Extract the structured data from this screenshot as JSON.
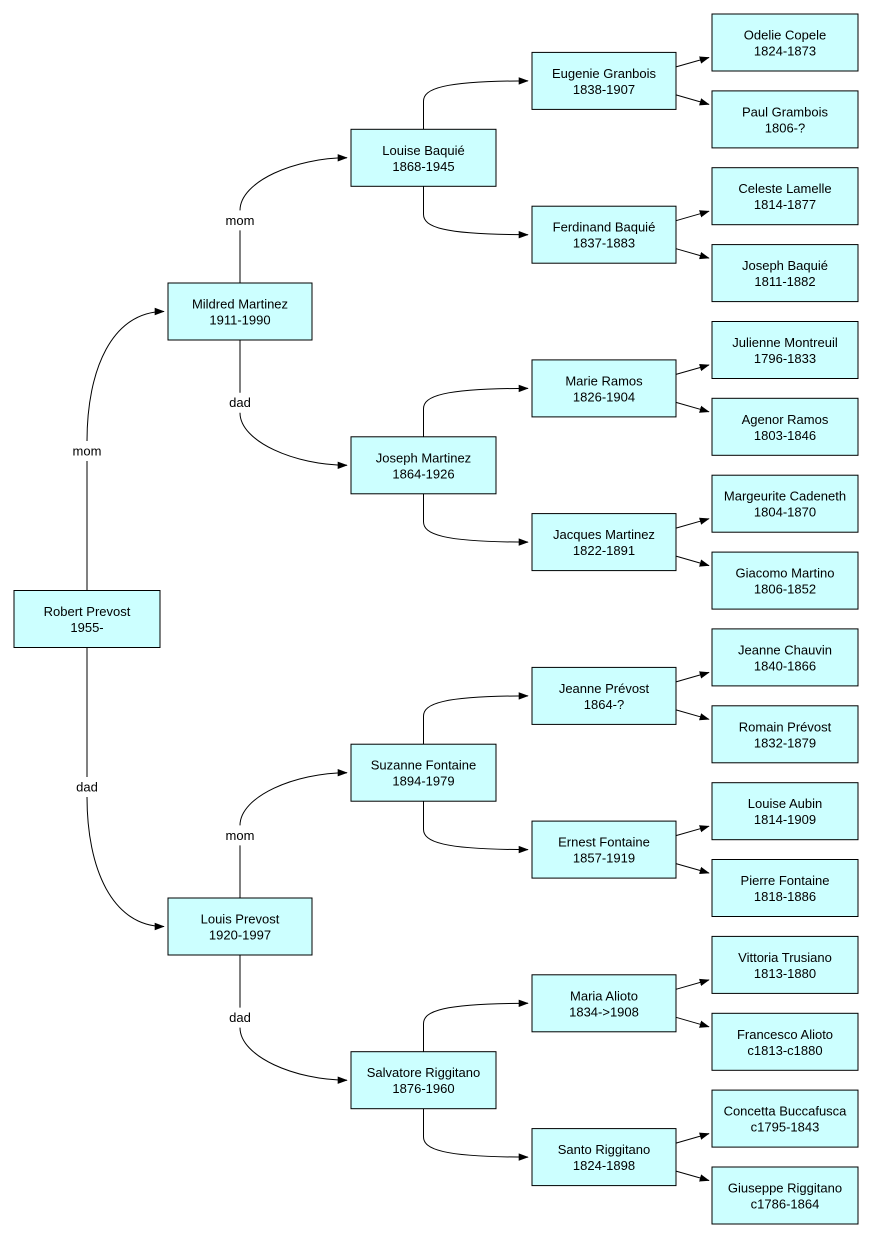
{
  "diagram": {
    "type": "family-tree-pedigree",
    "background": "#ffffff",
    "box_fill": "#ccffff",
    "box_stroke": "#000000",
    "line_color": "#000000",
    "edge_labels": {
      "mom": "mom",
      "dad": "dad"
    }
  },
  "people": [
    {
      "id": "robert",
      "name": "Robert Prevost",
      "dates": "1955-",
      "gen": 0,
      "mom": "mildred",
      "dad": "louis"
    },
    {
      "id": "mildred",
      "name": "Mildred Martinez",
      "dates": "1911-1990",
      "gen": 1,
      "mom": "louise_b",
      "dad": "joseph_m"
    },
    {
      "id": "louis",
      "name": "Louis Prevost",
      "dates": "1920-1997",
      "gen": 1,
      "mom": "suzanne",
      "dad": "salvatore"
    },
    {
      "id": "louise_b",
      "name": "Louise Baquié",
      "dates": "1868-1945",
      "gen": 2,
      "mom": "eugenie",
      "dad": "ferdinand"
    },
    {
      "id": "joseph_m",
      "name": "Joseph Martinez",
      "dates": "1864-1926",
      "gen": 2,
      "mom": "marie",
      "dad": "jacques"
    },
    {
      "id": "suzanne",
      "name": "Suzanne Fontaine",
      "dates": "1894-1979",
      "gen": 2,
      "mom": "jeanne_p",
      "dad": "ernest"
    },
    {
      "id": "salvatore",
      "name": "Salvatore Riggitano",
      "dates": "1876-1960",
      "gen": 2,
      "mom": "maria",
      "dad": "santo"
    },
    {
      "id": "eugenie",
      "name": "Eugenie Granbois",
      "dates": "1838-1907",
      "gen": 3,
      "mom": "odelie",
      "dad": "paul"
    },
    {
      "id": "ferdinand",
      "name": "Ferdinand Baquié",
      "dates": "1837-1883",
      "gen": 3,
      "mom": "celeste",
      "dad": "joseph_b"
    },
    {
      "id": "marie",
      "name": "Marie Ramos",
      "dates": "1826-1904",
      "gen": 3,
      "mom": "julienne",
      "dad": "agenor"
    },
    {
      "id": "jacques",
      "name": "Jacques Martinez",
      "dates": "1822-1891",
      "gen": 3,
      "mom": "margeurite",
      "dad": "giacomo"
    },
    {
      "id": "jeanne_p",
      "name": "Jeanne Prévost",
      "dates": "1864-?",
      "gen": 3,
      "mom": "jeanne_c",
      "dad": "romain"
    },
    {
      "id": "ernest",
      "name": "Ernest Fontaine",
      "dates": "1857-1919",
      "gen": 3,
      "mom": "louise_a",
      "dad": "pierre"
    },
    {
      "id": "maria",
      "name": "Maria Alioto",
      "dates": "1834->1908",
      "gen": 3,
      "mom": "vittoria",
      "dad": "francesco"
    },
    {
      "id": "santo",
      "name": "Santo Riggitano",
      "dates": "1824-1898",
      "gen": 3,
      "mom": "concetta",
      "dad": "giuseppe"
    },
    {
      "id": "odelie",
      "name": "Odelie Copele",
      "dates": "1824-1873",
      "gen": 4
    },
    {
      "id": "paul",
      "name": "Paul Grambois",
      "dates": "1806-?",
      "gen": 4
    },
    {
      "id": "celeste",
      "name": "Celeste Lamelle",
      "dates": "1814-1877",
      "gen": 4
    },
    {
      "id": "joseph_b",
      "name": "Joseph Baquié",
      "dates": "1811-1882",
      "gen": 4
    },
    {
      "id": "julienne",
      "name": "Julienne Montreuil",
      "dates": "1796-1833",
      "gen": 4
    },
    {
      "id": "agenor",
      "name": "Agenor Ramos",
      "dates": "1803-1846",
      "gen": 4
    },
    {
      "id": "margeurite",
      "name": "Margeurite Cadeneth",
      "dates": "1804-1870",
      "gen": 4
    },
    {
      "id": "giacomo",
      "name": "Giacomo Martino",
      "dates": "1806-1852",
      "gen": 4
    },
    {
      "id": "jeanne_c",
      "name": "Jeanne Chauvin",
      "dates": "1840-1866",
      "gen": 4
    },
    {
      "id": "romain",
      "name": "Romain Prévost",
      "dates": "1832-1879",
      "gen": 4
    },
    {
      "id": "louise_a",
      "name": "Louise Aubin",
      "dates": "1814-1909",
      "gen": 4
    },
    {
      "id": "pierre",
      "name": "Pierre Fontaine",
      "dates": "1818-1886",
      "gen": 4
    },
    {
      "id": "vittoria",
      "name": "Vittoria Trusiano",
      "dates": "1813-1880",
      "gen": 4
    },
    {
      "id": "francesco",
      "name": "Francesco Alioto",
      "dates": "c1813-c1880",
      "gen": 4
    },
    {
      "id": "concetta",
      "name": "Concetta Buccafusca",
      "dates": "c1795-1843",
      "gen": 4
    },
    {
      "id": "giuseppe",
      "name": "Giuseppe Riggitano",
      "dates": "c1786-1864",
      "gen": 4
    }
  ]
}
